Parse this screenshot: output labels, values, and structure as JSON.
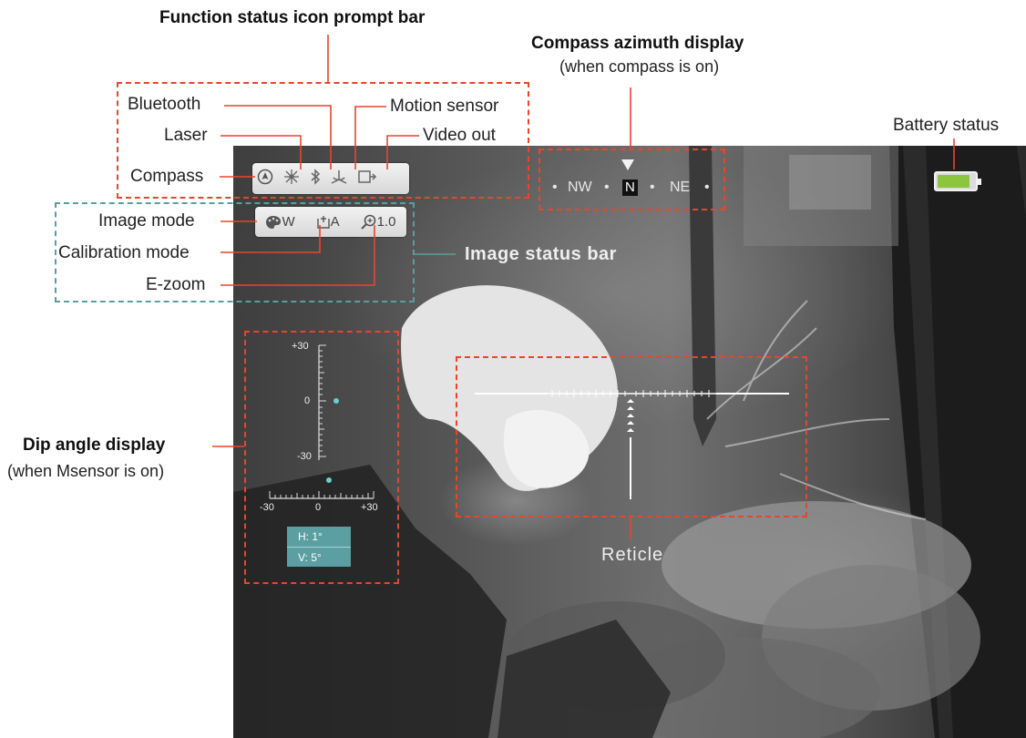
{
  "title": "Function status icon prompt bar",
  "function_bar": {
    "labels": {
      "bluetooth": "Bluetooth",
      "laser": "Laser",
      "compass": "Compass",
      "motion_sensor": "Motion sensor",
      "video_out": "Video out"
    },
    "icons": [
      "compass-icon",
      "laser-icon",
      "bluetooth-icon",
      "motion-sensor-icon",
      "video-out-icon"
    ]
  },
  "image_bar": {
    "title": "Image status bar",
    "labels": {
      "image_mode": "Image mode",
      "calibration_mode": "Calibration mode",
      "ezoom": "E-zoom"
    },
    "values": {
      "image_mode": "W",
      "calibration_mode": "A",
      "ezoom": "1.0"
    }
  },
  "compass_display": {
    "title": "Compass azimuth  display",
    "subtitle": "(when compass is on)",
    "left": "NW",
    "center": "N",
    "right": "NE"
  },
  "battery": {
    "label": "Battery status",
    "level": 0.8,
    "fill_color": "#8cc63f"
  },
  "dip_angle": {
    "title": "Dip angle display",
    "subtitle": "(when Msensor is on)",
    "v_scale": [
      "+30",
      "0",
      "-30"
    ],
    "h_scale": [
      "-30",
      "0",
      "+30"
    ],
    "h": "H:  1°",
    "v": "V:  5°"
  },
  "reticle": {
    "label": "Reticle"
  },
  "colors": {
    "callout": "#e8452c",
    "image_bar_frame": "#5a9ea0",
    "readout_bg": "#5b9fa2"
  }
}
